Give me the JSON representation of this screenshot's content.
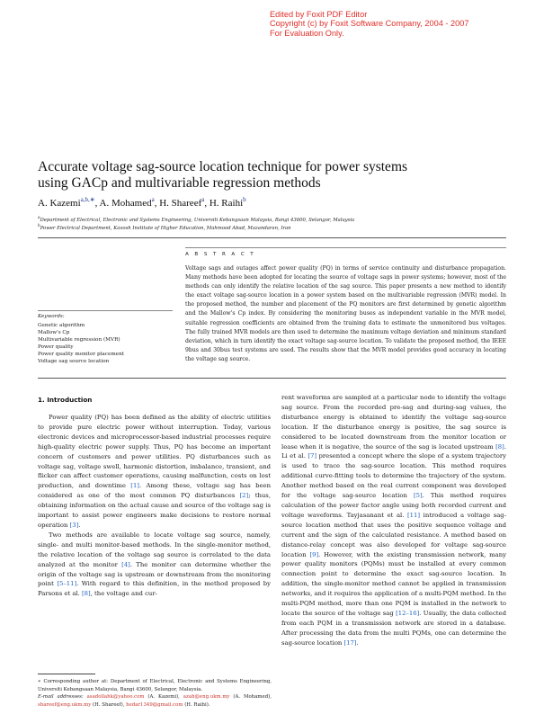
{
  "watermark": {
    "line1": "Edited by Foxit PDF Editor",
    "line2": "Copyright (c) by Foxit Software Company, 2004 - 2007",
    "line3": "For Evaluation Only."
  },
  "title": {
    "line1": "Accurate voltage sag-source location technique for power systems",
    "line2": "using GACp and multivariable regression methods"
  },
  "authors": [
    {
      "name": "A. Kazemi",
      "sup": "a,b,∗",
      "sep": ", "
    },
    {
      "name": "A. Mohamed",
      "sup": "a",
      "sep": ", "
    },
    {
      "name": "H. Shareef",
      "sup": "a",
      "sep": ", "
    },
    {
      "name": "H. Raihi",
      "sup": "b",
      "sep": ""
    }
  ],
  "affiliations": [
    {
      "mark": "a",
      "text": "Department of Electrical, Electronic and Systems Engineering, Universiti Kebangsaan Malaysia, Bangi 43600, Selangor, Malaysia"
    },
    {
      "mark": "b",
      "text": "Power Electrical Department, Kavosh Institute of Higher Education, Mahmood Abad, Mazandaran, Iran"
    }
  ],
  "abstract": {
    "heading": "A B S T R A C T",
    "text": "Voltage sags and outages affect power quality (PQ) in terms of service continuity and disturbance propagation. Many methods have been adopted for locating the source of voltage sags in power systems; however, most of the methods can only identify the relative location of the sag source. This paper presents a new method to identify the exact voltage sag-source location in a power system based on the multivariable regression (MVR) model. In the proposed method, the number and placement of the PQ monitors are first determined by genetic algorithm and the Mallow's Cp index. By considering the monitoring buses as independent variable in the MVR model, suitable regression coefficients are obtained from the training data to estimate the unmonitored bus voltages. The fully trained MVR models are then used to determine the maximum voltage deviation and minimum standard deviation, which in turn identify the exact voltage sag-source location. To validate the proposed method, the IEEE 9bus and 30bus test systems are used. The results show that the MVR model provides good accuracy in locating the voltage sag source."
  },
  "keywords": {
    "heading": "Keywords:",
    "items": [
      "Genetic algorithm",
      "Mallow's Cp",
      "Multivariable regression (MVR)",
      "Power quality",
      "Power quality monitor placement",
      "Voltage sag source location"
    ]
  },
  "section1": {
    "heading": "1. Introduction",
    "left_p1_a": "Power quality (PQ) has been defined as the ability of electric utilities to provide pure electric power without interruption. Today, various electronic devices and microprocessor-based industrial processes require high-quality electric power supply. Thus, PQ has become an important concern of customers and power utilities. PQ disturbances such as voltage sag, voltage swell, harmonic distortion, imbalance, transient, and flicker can affect customer operations, causing malfunction, costs on lost production, and downtime ",
    "ref1": "[1]",
    "left_p1_b": ". Among these, voltage sag has been considered as one of the most common PQ disturbances ",
    "ref2": "[2]",
    "left_p1_c": "; thus, obtaining information on the actual cause and source of the voltage sag is important to assist power engineers make decisions to restore normal operation ",
    "ref3": "[3]",
    "left_p1_d": ".",
    "left_p2_a": "Two methods are available to locate voltage sag source, namely, single- and multi monitor-based methods. In the single-monitor method, the relative location of the voltage sag source is correlated to the data analyzed at the monitor ",
    "ref4": "[4]",
    "left_p2_b": ". The monitor can determine whether the origin of the voltage sag is upstream or downstream from the monitoring point ",
    "ref5_11": "[5–11]",
    "left_p2_c": ". With regard to this definition, in the method proposed by Parsons et al. ",
    "ref8": "[8]",
    "left_p2_d": ", the voltage and cur-",
    "right_a": "rent waveforms are sampled at a particular node to identify the voltage sag source. From the recorded pre-sag and during-sag values, the disturbance energy is obtained to identify the voltage sag-source location. If the disturbance energy is positive, the sag source is considered to be located downstream from the monitor location or lease when it is negative, the source of the sag is located upstream ",
    "ref8b": "[8]",
    "right_b": ". Li et al. ",
    "ref7": "[7]",
    "right_c": " presented a concept where the slope of a system trajectory is used to trace the sag-source location. This method requires additional curve-fitting tools to determine the trajectory of the system. Another method based on the real current component was developed for the voltage sag-source location ",
    "ref5": "[5]",
    "right_d": ". This method requires calculation of the power factor angle using both recorded current and voltage waveforms. Tayjasanant et al. ",
    "ref11": "[11]",
    "right_e": " introduced a voltage sag-source location method that uses the positive sequence voltage and current and the sign of the calculated resistance. A method based on distance-relay concept was also developed for voltage sag-source location ",
    "ref9": "[9]",
    "right_f": ". However, with the existing transmission network, many power quality monitors (PQMs) must be installed at every common connection point to determine the exact sag-source location. In addition, the single-monitor method cannot be applied in transmission networks, and it requires the application of a multi-PQM method. In the multi-PQM method, more than one PQM is installed in the network to locate the source of the voltage sag ",
    "ref12_16": "[12–16]",
    "right_g": ". Usually, the data collected from each PQM in a transmission network are stored in a database. After processing the data from the multi PQMs, one can determine the sag-source location ",
    "ref17": "[17]",
    "right_h": "."
  },
  "footnote": {
    "corresponding": "∗ Corresponding author at: Department of Electrical, Electronic and Systems Engineering, Universiti Kebangsaan Malaysia, Bangi 43600, Selangor, Malaysia.",
    "email_label": "E-mail addresses:",
    "email1": "asadollahk@yahoo.com",
    "email1_name": " (A. Kazemi), ",
    "email2": "azah@eng.ukm.my",
    "email2_name": " (A. Mohamed), ",
    "email3": "shareef@eng.ukm.my",
    "email3_name": " (H. Shareef), ",
    "email4": "hedar1349@gmail.com",
    "email4_name": " (H. Raihi)."
  }
}
